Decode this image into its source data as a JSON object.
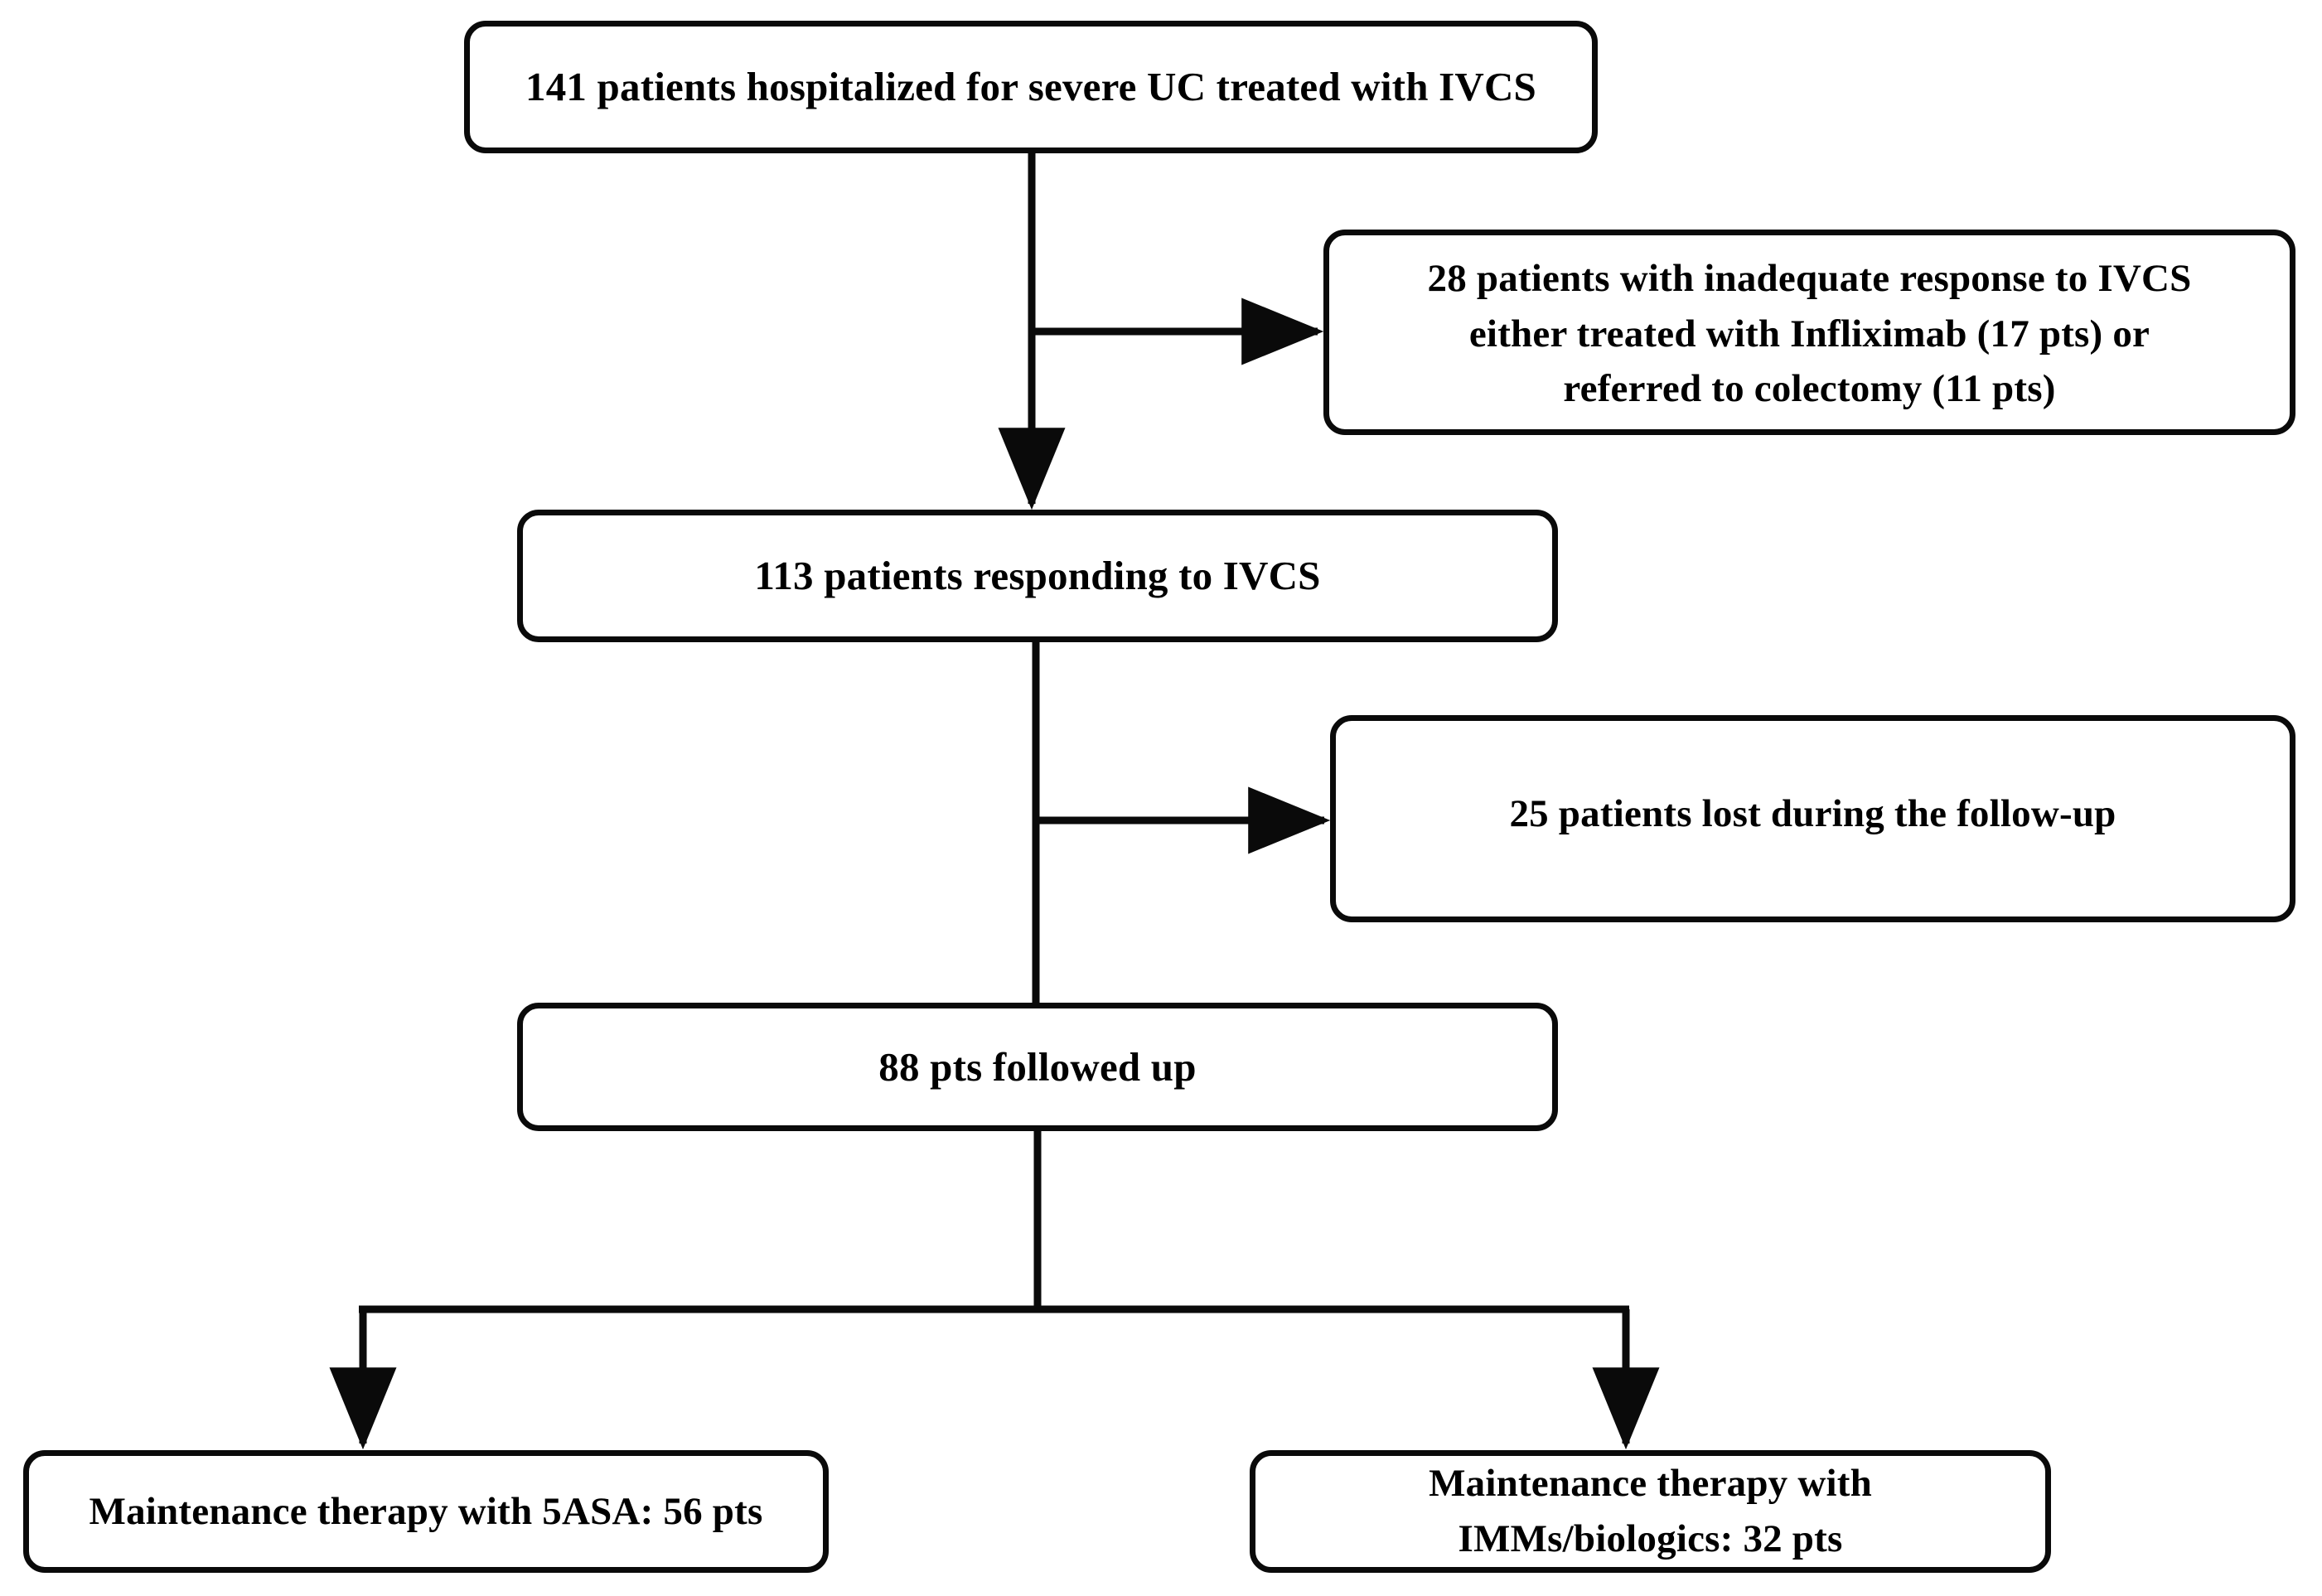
{
  "diagram": {
    "type": "patient-flow-chart",
    "title": "Patient flow of hospitalized severe UC cohort",
    "nodes": [
      {
        "id": "enrolled",
        "label": "141 patients hospitalized for severe UC treated with IVCS",
        "count": 141,
        "shape": "rounded-rectangle"
      },
      {
        "id": "nonresponders",
        "label": "28 patients with inadequate response to IVCS\neither treated with Infliximab (17 pts) or\nreferred to colectomy (11 pts)",
        "count": 28,
        "shape": "rounded-rectangle"
      },
      {
        "id": "responders",
        "label": "113 patients responding to IVCS",
        "count": 113,
        "shape": "rounded-rectangle"
      },
      {
        "id": "lost",
        "label": "25 patients lost during the follow-up",
        "count": 25,
        "shape": "rounded-rectangle"
      },
      {
        "id": "followed",
        "label": "88 pts followed up",
        "count": 88,
        "shape": "rounded-rectangle"
      },
      {
        "id": "maintenance-asa",
        "label": "Maintenance therapy with 5ASA: 56 pts",
        "count": 56,
        "shape": "rounded-rectangle"
      },
      {
        "id": "maintenance-imm",
        "label": "Maintenance therapy with\nIMMs/biologics: 32 pts",
        "count": 32,
        "shape": "rounded-rectangle"
      }
    ],
    "edges": [
      {
        "from": "enrolled",
        "to": "nonresponders",
        "style": "elbow-right-arrow"
      },
      {
        "from": "enrolled",
        "to": "responders",
        "style": "straight-down-arrow"
      },
      {
        "from": "responders",
        "to": "lost",
        "style": "elbow-right-arrow"
      },
      {
        "from": "responders",
        "to": "followed",
        "style": "straight-down-line"
      },
      {
        "from": "followed",
        "to": "maintenance-asa",
        "style": "fork-left-arrow"
      },
      {
        "from": "followed",
        "to": "maintenance-imm",
        "style": "fork-right-arrow"
      }
    ],
    "colors": {
      "stroke": "#0a0a0a",
      "fill": "#ffffff",
      "text": "#000000"
    }
  }
}
